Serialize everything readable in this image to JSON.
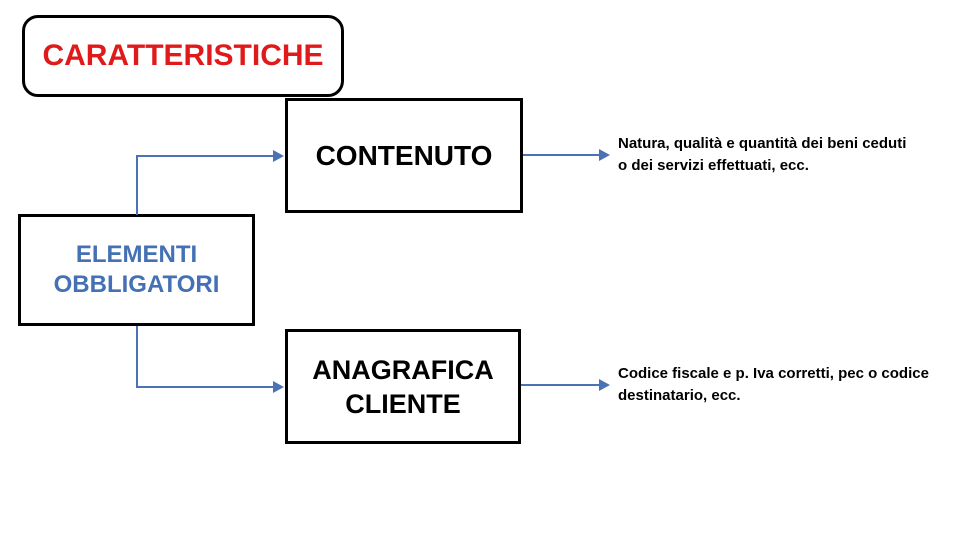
{
  "colors": {
    "background": "#ffffff",
    "title_red": "#e01a1a",
    "node_blue": "#4470b4",
    "arrow_blue": "#4a72b4",
    "border_black": "#000000",
    "annotation_black": "#000000"
  },
  "title_box": {
    "label": "CARATTERISTICHE"
  },
  "root_box": {
    "lines": [
      "ELEMENTI",
      "OBBLIGATORI"
    ]
  },
  "contenuto_box": {
    "label": "CONTENUTO"
  },
  "anagrafica_box": {
    "lines": [
      "ANAGRAFICA",
      "CLIENTE"
    ]
  },
  "annotations": [
    {
      "lines": [
        "Natura, qualità e quantità dei beni ceduti",
        "o dei servizi effettuati, ecc."
      ]
    },
    {
      "lines": [
        "Codice fiscale e p. Iva corretti, pec o codice",
        "destinatario, ecc."
      ]
    }
  ]
}
